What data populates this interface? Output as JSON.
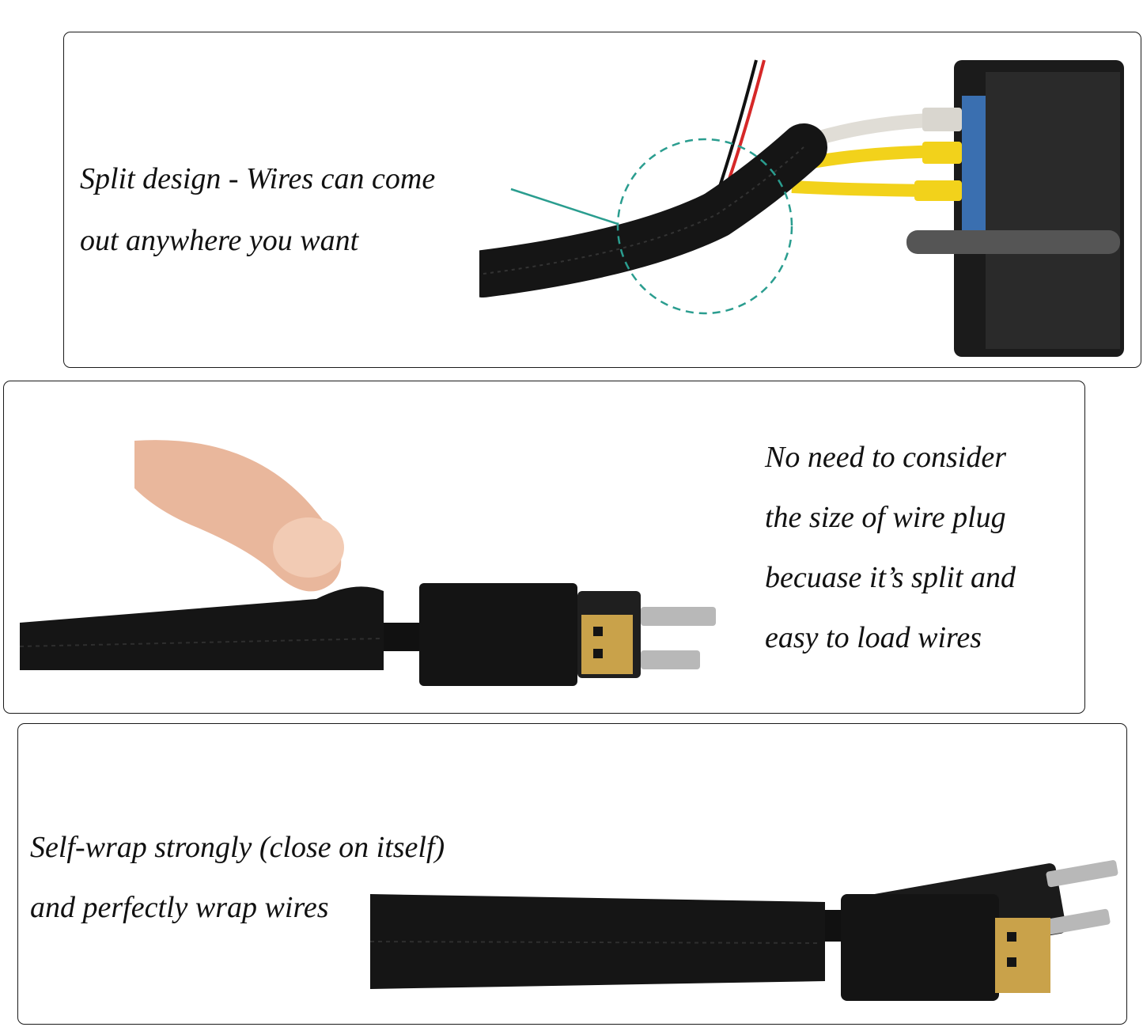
{
  "panels": [
    {
      "caption_lines": [
        "Split design - Wires  can come",
        "out anywhere you  want"
      ],
      "accent_color": "#2a9d8f"
    },
    {
      "caption_lines": [
        "No need to consider",
        "the size of wire plug",
        "becuase it’s split and",
        "easy to load wires"
      ]
    },
    {
      "caption_lines": [
        "Self-wrap strongly (close on itself)",
        "and perfectly wrap wires"
      ]
    }
  ],
  "colors": {
    "sleeve": "#151515",
    "plug_gold": "#c9a24a",
    "prong": "#b8b8b8",
    "cable_yellow": "#f2d21b",
    "wire_red": "#d62828"
  }
}
